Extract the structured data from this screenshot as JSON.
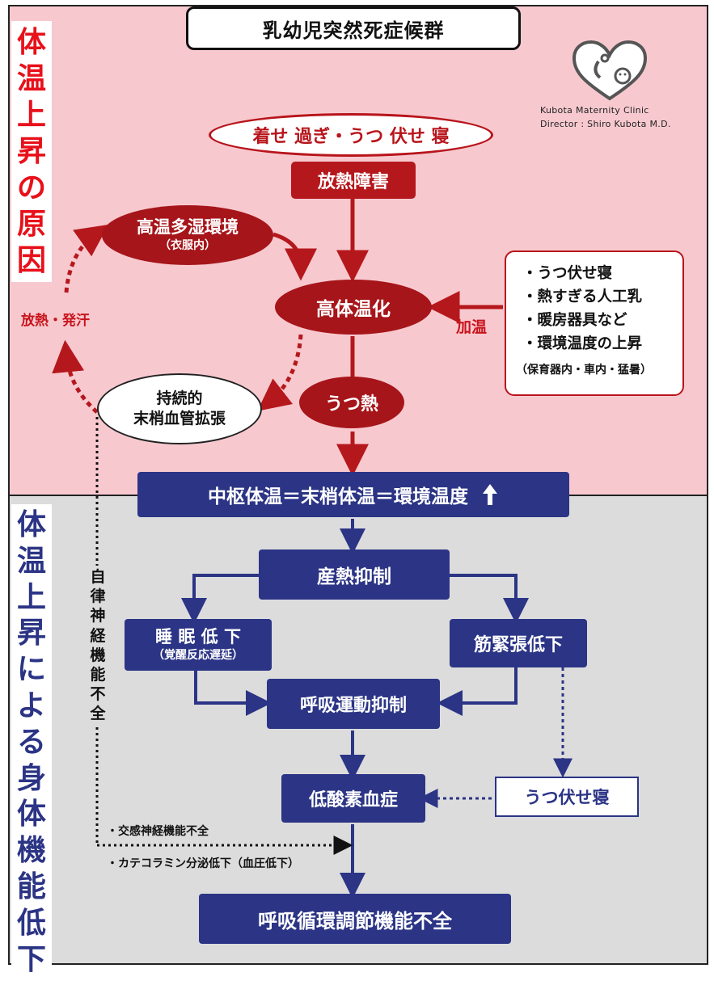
{
  "title": "乳幼児突然死症候群",
  "side_top": [
    "体",
    "温",
    "上",
    "昇",
    "の",
    "原",
    "因"
  ],
  "side_bottom": [
    "体",
    "温",
    "上",
    "昇",
    "に",
    "よ",
    "る",
    "身",
    "体",
    "機",
    "能",
    "低",
    "下"
  ],
  "clinic": {
    "line1": "Kubota  Maternity  Clinic",
    "line2": "Director : Shiro Kubota M.D."
  },
  "cause_top": "着せ 過ぎ・うつ 伏せ 寝",
  "heat_dissipation": "放熱障害",
  "high_humidity": {
    "main": "高温多湿環境",
    "sub": "（衣服内）"
  },
  "high_temp": "高体温化",
  "heating_label": "加温",
  "release_label": "放熱・発汗",
  "factors": {
    "items": [
      "・うつ伏せ寝",
      "・熱すぎる人工乳",
      "・暖房器具など",
      "・環境温度の上昇"
    ],
    "note": "（保育器内・車内・猛暑）"
  },
  "vasodilation": {
    "line1": "持続的",
    "line2": "末梢血管拡張"
  },
  "stagnant_heat": "うつ熱",
  "core_temp": "中枢体温＝末梢体温＝環境温度",
  "heat_suppression": "産熱抑制",
  "sleep_decline": {
    "main": "睡 眠 低 下",
    "sub": "（覚醒反応遅延）"
  },
  "muscle_decline": "筋緊張低下",
  "resp_suppression": "呼吸運動抑制",
  "prone_sleep": "うつ伏せ寝",
  "hypoxemia": "低酸素血症",
  "autonomic": [
    "自",
    "律",
    "神",
    "経",
    "機",
    "能",
    "不",
    "全"
  ],
  "sympathetic_note": "・交感神経機能不全",
  "catechol_note": "・カテコラミン分泌低下（血圧低下）",
  "final": "呼吸循環調節機能不全",
  "colors": {
    "red": "#b5181c",
    "navy": "#2b3485",
    "pink": "#f7c9cf",
    "gray": "#dcdcdc"
  }
}
